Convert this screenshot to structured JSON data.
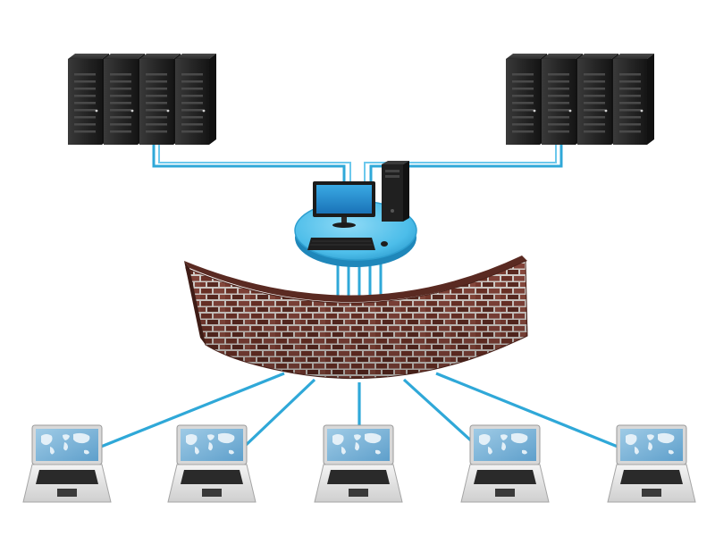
{
  "colors": {
    "background": "#ffffff",
    "link": "#2fa8d8",
    "link_light": "#6cc8ec",
    "platform": "#5cc7ee",
    "platform_edge": "#2e9fd0",
    "server_body": "#2a2a2a",
    "server_face": "#1d1d1d",
    "brick": "#7a3a2e",
    "brick_dark": "#4e241d",
    "mortar": "#d9d4cf",
    "laptop_body": "#e9e9e9",
    "laptop_screen": "#7fb7d8",
    "map_land": "#f2f7fb"
  },
  "diagram": {
    "server_racks": [
      {
        "id": "left-server-rack",
        "units": 4,
        "icon": "server-rack-icon"
      },
      {
        "id": "right-server-rack",
        "units": 4,
        "icon": "server-rack-icon"
      }
    ],
    "central_workstation": {
      "icon": "desktop-computer-icon",
      "parts": [
        "monitor",
        "tower",
        "keyboard",
        "mouse"
      ]
    },
    "firewall": {
      "icon": "brick-wall-icon"
    },
    "clients": [
      {
        "id": "laptop-1",
        "icon": "laptop-icon"
      },
      {
        "id": "laptop-2",
        "icon": "laptop-icon"
      },
      {
        "id": "laptop-3",
        "icon": "laptop-icon"
      },
      {
        "id": "laptop-4",
        "icon": "laptop-icon"
      },
      {
        "id": "laptop-5",
        "icon": "laptop-icon"
      }
    ]
  }
}
